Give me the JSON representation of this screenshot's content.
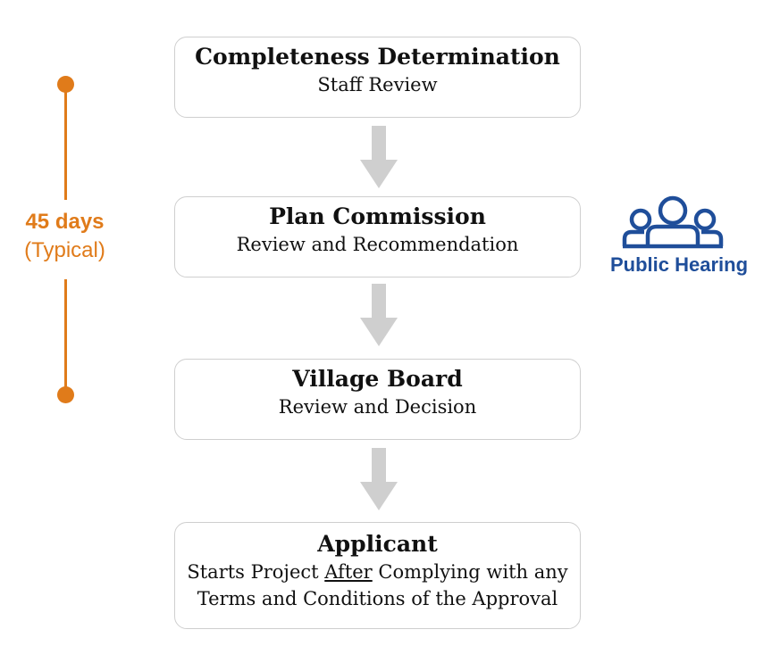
{
  "timeline": {
    "duration": "45 days",
    "qualifier": "(Typical)"
  },
  "steps": [
    {
      "title": "Completeness Determination",
      "subtitle": "Staff Review"
    },
    {
      "title": "Plan Commission",
      "subtitle": "Review and Recommendation"
    },
    {
      "title": "Village Board",
      "subtitle": "Review and Decision"
    },
    {
      "title": "Applicant",
      "subtitle_line1_before": "Starts Project ",
      "subtitle_line1_emph": "After",
      "subtitle_line1_after": " Complying with any",
      "subtitle_line2": "Terms and Conditions of the Approval"
    }
  ],
  "public_hearing": {
    "label": "Public Hearing",
    "icon": "people-group-icon"
  },
  "colors": {
    "timeline": "#e07b1a",
    "hearing": "#1f4e9a",
    "arrow": "#cfcfcf",
    "box_border": "#cfcfcf"
  }
}
